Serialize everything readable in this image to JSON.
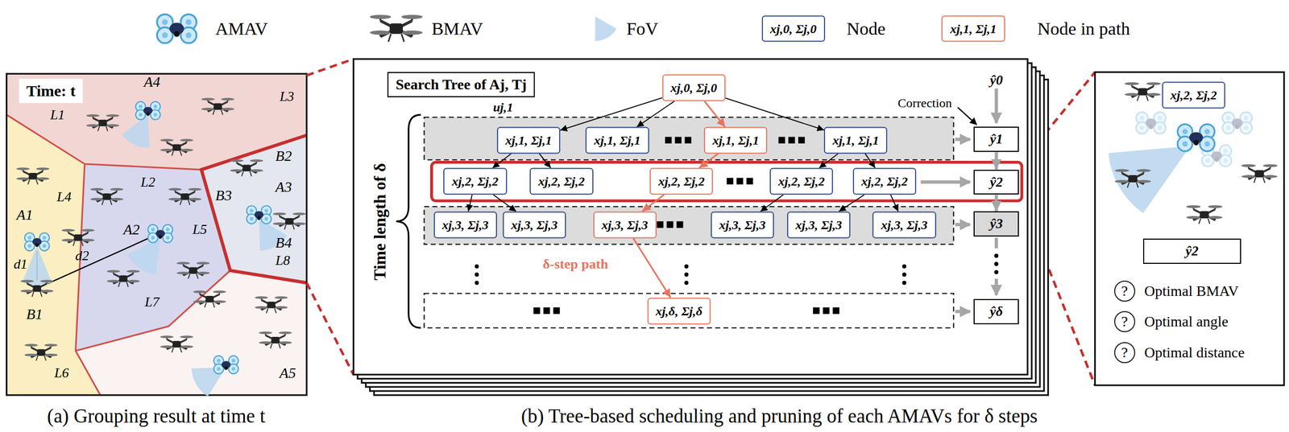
{
  "diagram": {
    "nodes": [
      {
        "text": [
          "xj,0, Σj,0"
        ]
      },
      {
        "text": [
          "xj,1, Σj,1"
        ]
      },
      {
        "text": [
          "Time: t"
        ]
      },
      {
        "text": [
          "Search Tree of Aj, Tj"
        ]
      },
      {
        "text": [
          "xj,0, Σj,0"
        ]
      },
      {
        "text": [
          "xj,1, Σj,1"
        ]
      },
      {
        "text": [
          "xj,1, Σj,1"
        ]
      },
      {
        "text": [
          "xj,1, Σj,1"
        ]
      },
      {
        "text": [
          "xj,1, Σj,1"
        ]
      },
      {
        "text": [
          "xj,2, Σj,2"
        ]
      },
      {
        "text": [
          "xj,2, Σj,2"
        ]
      },
      {
        "text": [
          "xj,2, Σj,2"
        ]
      },
      {
        "text": [
          "xj,2, Σj,2"
        ]
      },
      {
        "text": [
          "xj,2, Σj,2"
        ]
      },
      {
        "text": [
          "xj,3, Σj,3"
        ]
      },
      {
        "text": [
          "xj,3, Σj,3"
        ]
      },
      {
        "text": [
          "xj,3, Σj,3"
        ]
      },
      {
        "text": [
          "xj,3, Σj,3"
        ]
      },
      {
        "text": [
          "xj,3, Σj,3"
        ]
      },
      {
        "text": [
          "xj,3, Σj,3"
        ]
      },
      {
        "text": [
          "xj,δ, Σj,δ"
        ]
      },
      {
        "text": [
          "ŷ1"
        ]
      },
      {
        "text": [
          "ŷ2"
        ]
      },
      {
        "text": [
          "ŷ3"
        ]
      },
      {
        "text": [
          "ŷδ"
        ]
      },
      {
        "text": [
          "xj,2, Σj,2"
        ]
      },
      {
        "text": [
          "ŷ2"
        ]
      },
      {
        "text": [
          "?"
        ]
      },
      {
        "text": [
          "?"
        ]
      },
      {
        "text": [
          "?"
        ]
      }
    ],
    "edges": [
      {
        "from": 4,
        "to": 5,
        "arrow": "to"
      },
      {
        "from": 4,
        "to": 6,
        "arrow": "to"
      },
      {
        "from": 4,
        "to": 7,
        "arrow": "to"
      },
      {
        "from": 4,
        "to": 8,
        "arrow": "to"
      },
      {
        "from": 5,
        "to": 9,
        "arrow": "to"
      },
      {
        "from": 5,
        "to": 10,
        "arrow": "to"
      },
      {
        "from": 7,
        "to": 11,
        "arrow": "to"
      },
      {
        "from": 8,
        "to": 12,
        "arrow": "to"
      },
      {
        "from": 8,
        "to": 13,
        "arrow": "to"
      },
      {
        "from": 9,
        "to": 14,
        "arrow": "to"
      },
      {
        "from": 9,
        "to": 15,
        "arrow": "to"
      },
      {
        "from": 11,
        "to": 16,
        "arrow": "to"
      },
      {
        "from": 12,
        "to": 17,
        "arrow": "to"
      },
      {
        "from": 13,
        "to": 18,
        "arrow": "to"
      },
      {
        "from": 13,
        "to": 19,
        "arrow": "to"
      },
      {
        "from": 16,
        "to": 20,
        "arrow": "to"
      },
      {
        "from": 21,
        "to": 22,
        "arrow": "to"
      },
      {
        "from": 22,
        "to": 23,
        "arrow": "to"
      }
    ],
    "labels": [
      "A4",
      "L3",
      "L1",
      "B2",
      "A1",
      "L4",
      "L2",
      "A2",
      "L5",
      "B3",
      "A3",
      "B4",
      "L8",
      "d1",
      "d2",
      "B1",
      "L7",
      "L6",
      "A5",
      "uj,1",
      "Correction",
      "ŷ0",
      "Time length of δ",
      "δ-step path",
      "Optimal BMAV",
      "Optimal angle",
      "Optimal distance",
      "(a) Grouping result at time t",
      "(b) Tree-based scheduling and pruning of each AMAVs for δ steps"
    ],
    "legend": [
      {
        "text": "AMAV"
      },
      {
        "text": "BMAV"
      },
      {
        "text": "FoV",
        "color": "#bdd7ee"
      },
      {
        "text": "Node"
      },
      {
        "text": "Node in path"
      }
    ]
  }
}
